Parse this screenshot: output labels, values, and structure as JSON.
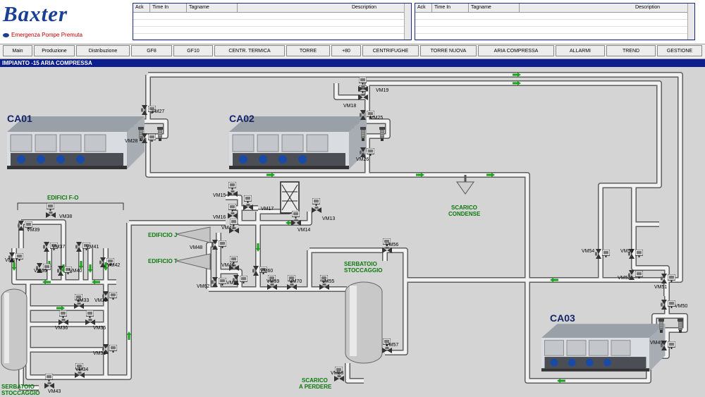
{
  "app": {
    "logo": "Baxter",
    "alert": "Emergenza Pompe Premuta"
  },
  "alarm_grid": {
    "columns": [
      "Ack",
      "Time In",
      "Tagname",
      "Description"
    ]
  },
  "nav": {
    "buttons": [
      "Main",
      "Produzione",
      "Distribuzione",
      "GF8",
      "GF10",
      "CENTR. TERMICA",
      "TORRE",
      "+80",
      "CENTRIFUGHE",
      "TORRE NUOVA",
      "ARIA COMPRESSA",
      "ALLARMI",
      "TREND",
      "GESTIONE"
    ]
  },
  "page": {
    "title": "IMPIANTO -15 ARIA COMPRESSA"
  },
  "chillers": [
    "CA01",
    "CA02",
    "CA03"
  ],
  "labels": {
    "edifici": "EDIFICI F-O",
    "edificio_j": "EDIFICIO J",
    "edificio_t": "EDIFICIO T",
    "scarico_condense_1": "SCARICO",
    "scarico_condense_2": "CONDENSE",
    "serbatoio_1": "SERBATOIO",
    "serbatoio_2": "STOCCAGGIO",
    "serbatoio_left_1": "SERBATOIO",
    "serbatoio_left_2": "STOCCAGGIO",
    "scarico_perdere_1": "SCARICO",
    "scarico_perdere_2": "A PERDERE"
  },
  "valves": {
    "vm13": "VM13",
    "vm14": "VM14",
    "vm15": "VM15",
    "vm16": "VM16",
    "vm17": "VM17",
    "vm18": "VM18",
    "vm19": "VM19",
    "vm25": "VM25",
    "vm26": "VM26",
    "vm27": "VM27",
    "vm28": "VM28",
    "vm31": "VM31",
    "vm32": "VM32",
    "vm33": "VM33",
    "vm34": "VM34",
    "vm35": "VM35",
    "vm36": "VM36",
    "vm37": "VM37",
    "vm38": "VM38",
    "vm39": "VM39",
    "vm40": "VM40",
    "vm41": "VM41",
    "vm42": "VM42",
    "vm43": "VM43",
    "vm46": "VM46",
    "vm47": "VM47",
    "vm48": "VM48",
    "vm49": "VM49",
    "vm50": "VM50",
    "vm51": "VM51",
    "vm52": "VM52",
    "vm53": "VM53",
    "vm54": "VM54",
    "vm55": "VM55",
    "vm56": "VM56",
    "vm57": "VM57",
    "vm58": "VM58",
    "vm59": "VM59",
    "vm60": "VM60",
    "vm61": "VM61",
    "vm62": "VM62",
    "vm66": "VM66",
    "vm67": "VM67",
    "vm70": "VM70"
  },
  "colors": {
    "brand": "#1b3f94",
    "title_bar": "#0d1f8c",
    "flow_arrow": "#19a319",
    "label_green": "#0a7a0a",
    "alert_red": "#c00000"
  }
}
